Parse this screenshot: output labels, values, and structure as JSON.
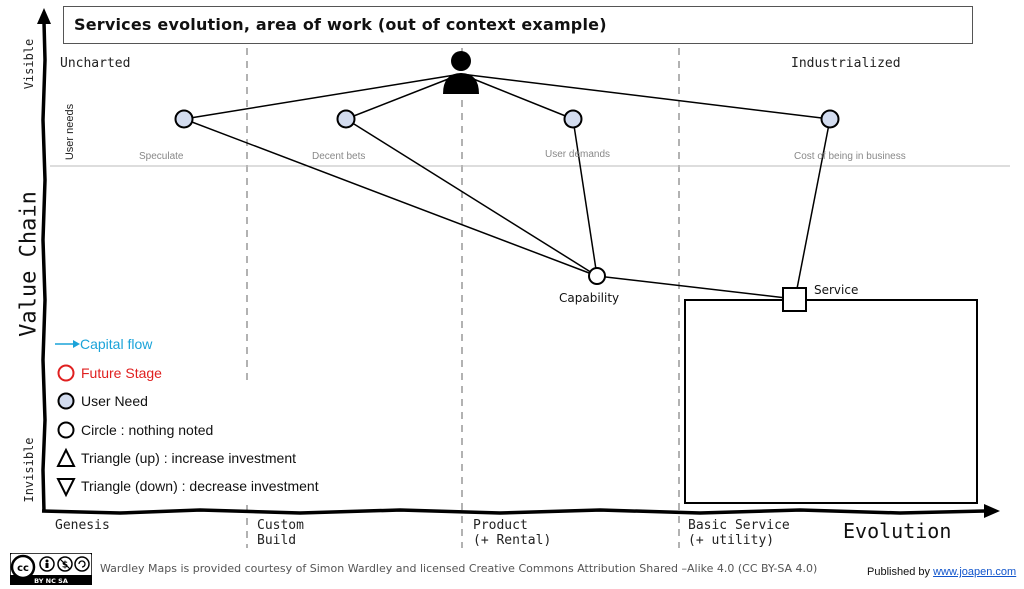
{
  "title": "Services evolution, area of work (out of context example)",
  "stages": {
    "uncharted": "Uncharted",
    "industrialized": "Industrialized"
  },
  "evolution_axis": {
    "label": "Evolution",
    "genesis": "Genesis",
    "custom_line1": "Custom",
    "custom_line2": "Build",
    "product_line1": "Product",
    "product_line2": "(+ Rental)",
    "basic_line1": "Basic Service",
    "basic_line2": "(+ utility)"
  },
  "value_chain_axis": {
    "label": "Value Chain",
    "visible": "Visible",
    "invisible": "Invisible",
    "user_needs": "User needs"
  },
  "user_need_labels": {
    "speculate": "Speculate",
    "decent_bets": "Decent bets",
    "user_demands": "User demands",
    "cost_of_business": "Cost of being in business"
  },
  "components": {
    "capability": "Capability",
    "service": "Service"
  },
  "legend": {
    "capital_flow": "Capital flow",
    "future_stage": "Future Stage",
    "user_need": "User Need",
    "circle": "Circle : nothing noted",
    "triangle_up": "Triangle (up) : increase investment",
    "triangle_down": "Triangle (down) : decrease investment"
  },
  "footer": {
    "license": "Wardley Maps is provided courtesy of Simon Wardley and licensed  Creative Commons Attribution Shared –Alike 4.0 (CC BY-SA 4.0)",
    "published_by": "Published by",
    "site": "www.joapen.com",
    "cc_badge": "BY NC SA"
  },
  "colors": {
    "user_need_fill": "#d3dcef",
    "capital_flow": "#1aa3d9",
    "future_stage": "#e02020",
    "link": "#1155cc"
  }
}
